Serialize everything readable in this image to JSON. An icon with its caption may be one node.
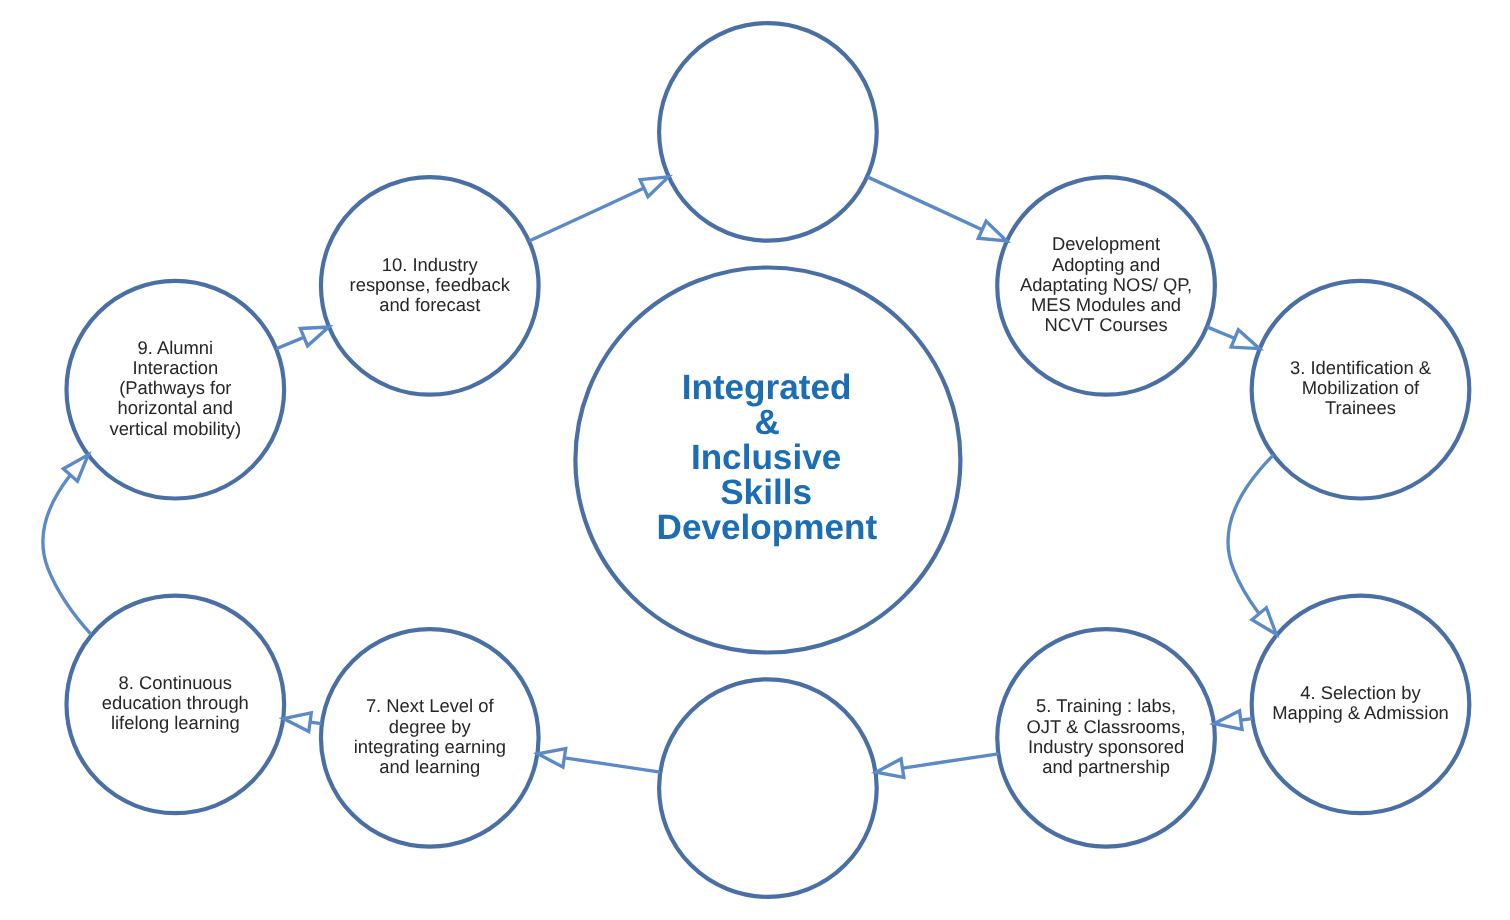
{
  "diagram": {
    "nodes": [
      {
        "text": [],
        "shape": "circle"
      },
      {
        "text": [
          "Development Adopting and Adaptating NOS/ QP, MES Modules and NCVT Courses"
        ]
      },
      {
        "text": [
          "3. Identification & Mobilization of Trainees"
        ]
      },
      {
        "text": [
          "4. Selection by Mapping & Admission"
        ]
      },
      {
        "text": [
          "5. Training : labs, OJT & Classrooms, Industry sponsored and partnership"
        ]
      },
      {
        "text": [],
        "shape": "circle"
      },
      {
        "text": [
          "7. Next Level of degree by integrating earning and learning"
        ]
      },
      {
        "text": [
          "8. Continuous education through lifelong learning"
        ]
      },
      {
        "text": [
          "9. Alumni Interaction (Pathways for horizontal and vertical mobility)"
        ]
      },
      {
        "text": [
          "10. Industry response, feedback and forecast"
        ]
      },
      {
        "text": [
          "Integrated & Inclusive Skills Development"
        ]
      }
    ],
    "edges": [
      {
        "from": 9,
        "to": 0,
        "arrow": "to"
      },
      {
        "from": 0,
        "to": 1,
        "arrow": "to"
      },
      {
        "from": 1,
        "to": 2,
        "arrow": "to"
      },
      {
        "from": 2,
        "to": 3,
        "arrow": "to"
      },
      {
        "from": 3,
        "to": 4,
        "arrow": "to"
      },
      {
        "from": 4,
        "to": 5,
        "arrow": "to"
      },
      {
        "from": 5,
        "to": 6,
        "arrow": "to"
      },
      {
        "from": 6,
        "to": 7,
        "arrow": "to"
      },
      {
        "from": 7,
        "to": 8,
        "arrow": "to"
      },
      {
        "from": 8,
        "to": 9,
        "arrow": "to"
      }
    ]
  }
}
